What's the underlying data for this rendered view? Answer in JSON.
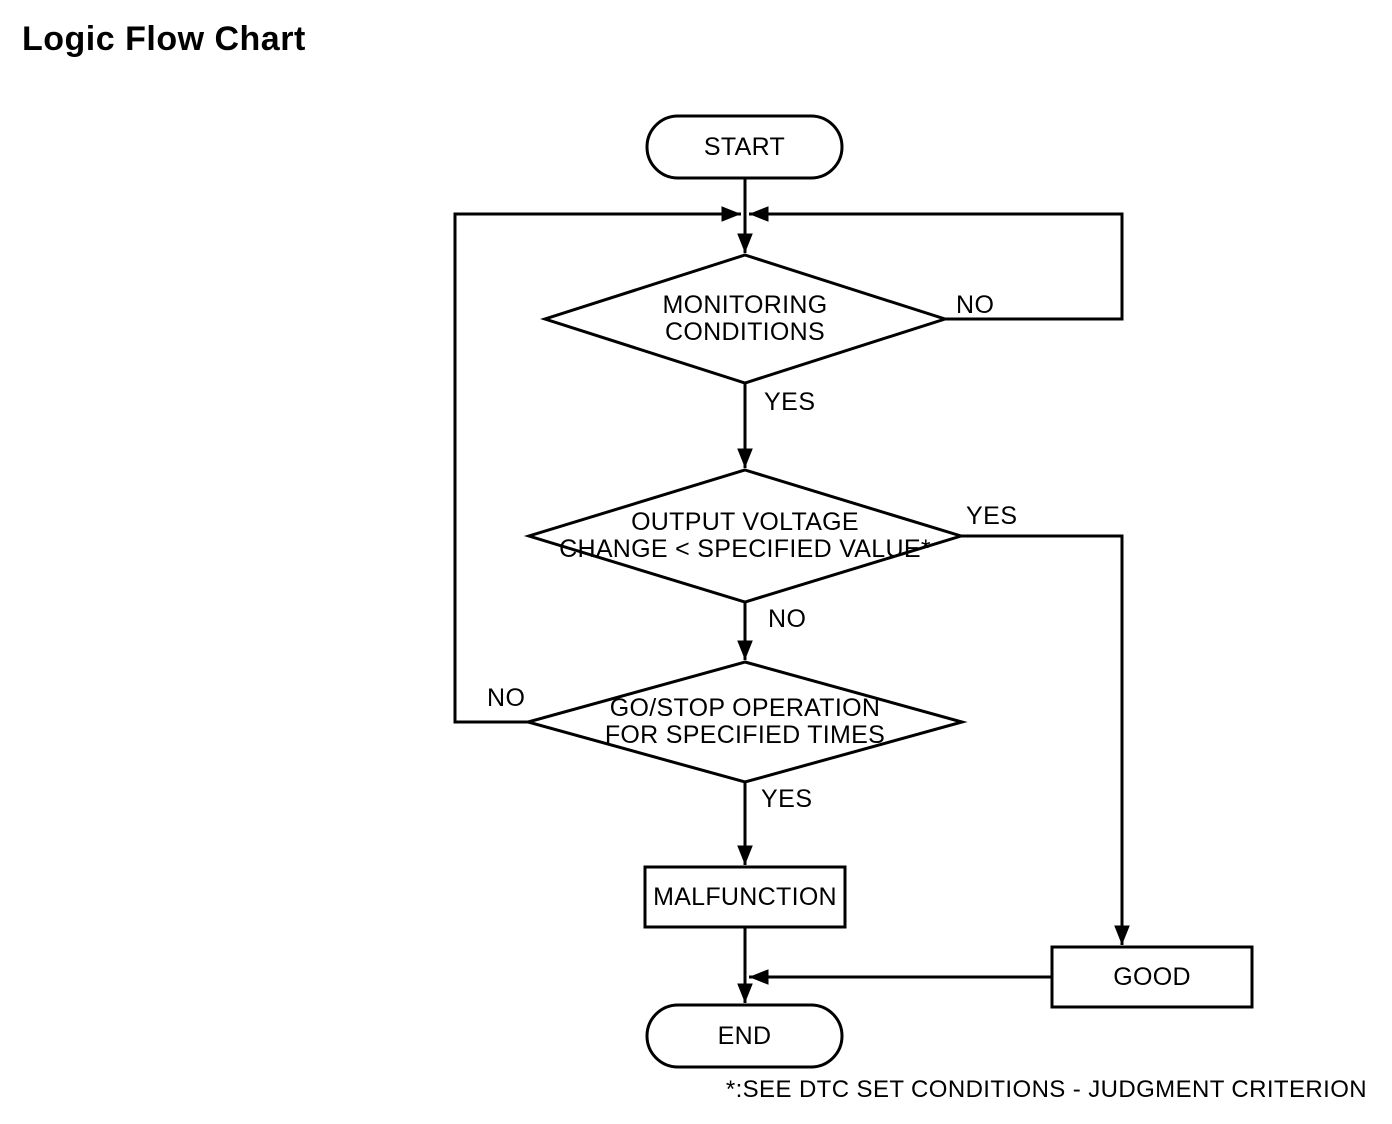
{
  "title": "Logic Flow Chart",
  "nodes": {
    "start": {
      "label": "START"
    },
    "monitoring": {
      "line1": "MONITORING",
      "line2": "CONDITIONS"
    },
    "output_voltage": {
      "line1": "OUTPUT VOLTAGE",
      "line2": "CHANGE < SPECIFIED VALUE*"
    },
    "go_stop": {
      "line1": "GO/STOP OPERATION",
      "line2": "FOR SPECIFIED TIMES"
    },
    "malfunction": {
      "label": "MALFUNCTION"
    },
    "good": {
      "label": "GOOD"
    },
    "end": {
      "label": "END"
    }
  },
  "edge_labels": {
    "monitoring_no": "NO",
    "monitoring_yes": "YES",
    "output_voltage_yes": "YES",
    "output_voltage_no": "NO",
    "go_stop_no": "NO",
    "go_stop_yes": "YES"
  },
  "footer_note": "*:SEE DTC SET CONDITIONS - JUDGMENT CRITERION",
  "colors": {
    "line": "#000000",
    "text": "#000000",
    "background": "#ffffff"
  }
}
